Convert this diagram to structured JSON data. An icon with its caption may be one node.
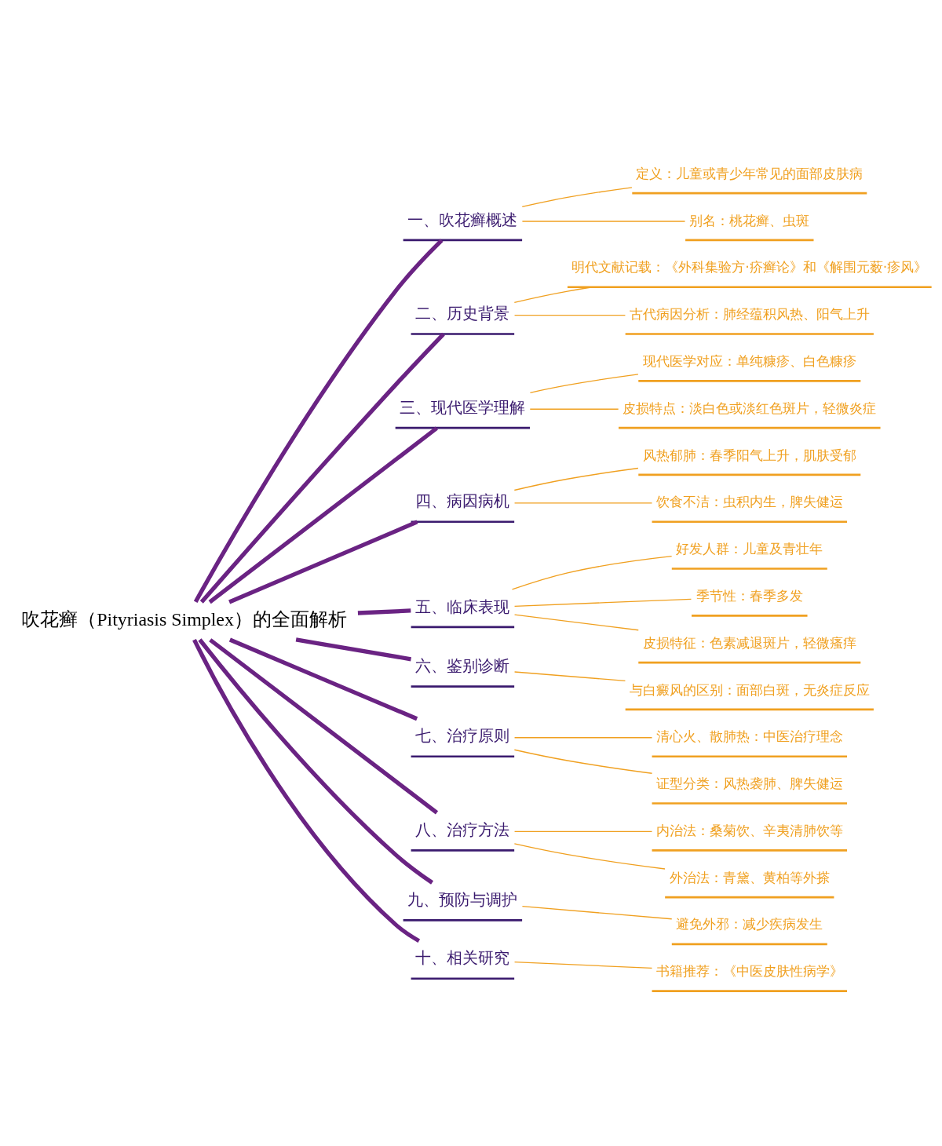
{
  "diagram": {
    "nodes": [
      {
        "text": [
          "吹花癣（Pityriasis Simplex）的全面解析"
        ]
      },
      {
        "text": [
          "一、吹花癣概述"
        ]
      },
      {
        "text": [
          "定义：儿童或青少年常见的面部皮肤病"
        ]
      },
      {
        "text": [
          "别名：桃花癣、虫斑"
        ]
      },
      {
        "text": [
          "二、历史背景"
        ]
      },
      {
        "text": [
          "明代文献记载：《外科集验方·疥癣论》和《解围元薮·疹风》"
        ]
      },
      {
        "text": [
          "古代病因分析：肺经蕴积风热、阳气上升"
        ]
      },
      {
        "text": [
          "三、现代医学理解"
        ]
      },
      {
        "text": [
          "现代医学对应：单纯糠疹、白色糠疹"
        ]
      },
      {
        "text": [
          "皮损特点：淡白色或淡红色斑片，轻微炎症"
        ]
      },
      {
        "text": [
          "四、病因病机"
        ]
      },
      {
        "text": [
          "风热郁肺：春季阳气上升，肌肤受郁"
        ]
      },
      {
        "text": [
          "饮食不洁：虫积内生，脾失健运"
        ]
      },
      {
        "text": [
          "五、临床表现"
        ]
      },
      {
        "text": [
          "好发人群：儿童及青壮年"
        ]
      },
      {
        "text": [
          "季节性：春季多发"
        ]
      },
      {
        "text": [
          "皮损特征：色素减退斑片，轻微瘙痒"
        ]
      },
      {
        "text": [
          "六、鉴别诊断"
        ]
      },
      {
        "text": [
          "与白癜风的区别：面部白斑，无炎症反应"
        ]
      },
      {
        "text": [
          "七、治疗原则"
        ]
      },
      {
        "text": [
          "清心火、散肺热：中医治疗理念"
        ]
      },
      {
        "text": [
          "证型分类：风热袭肺、脾失健运"
        ]
      },
      {
        "text": [
          "八、治疗方法"
        ]
      },
      {
        "text": [
          "内治法：桑菊饮、辛夷清肺饮等"
        ]
      },
      {
        "text": [
          "外治法：青黛、黄柏等外搽"
        ]
      },
      {
        "text": [
          "九、预防与调护"
        ]
      },
      {
        "text": [
          "避免外邪：减少疾病发生"
        ]
      },
      {
        "text": [
          "十、相关研究"
        ]
      },
      {
        "text": [
          "书籍推荐：《中医皮肤性病学》"
        ]
      }
    ],
    "edges": [
      {
        "from": 0,
        "to": 1,
        "arrow": "none",
        "style": "thick",
        "color": "#6a2383"
      },
      {
        "from": 1,
        "to": 2,
        "arrow": "none"
      },
      {
        "from": 1,
        "to": 3,
        "arrow": "none"
      },
      {
        "from": 0,
        "to": 4,
        "arrow": "none",
        "style": "thick",
        "color": "#6a2383"
      },
      {
        "from": 4,
        "to": 5,
        "arrow": "none"
      },
      {
        "from": 4,
        "to": 6,
        "arrow": "none"
      },
      {
        "from": 0,
        "to": 7,
        "arrow": "none",
        "style": "thick",
        "color": "#6a2383"
      },
      {
        "from": 7,
        "to": 8,
        "arrow": "none"
      },
      {
        "from": 7,
        "to": 9,
        "arrow": "none"
      },
      {
        "from": 0,
        "to": 10,
        "arrow": "none",
        "style": "thick",
        "color": "#6a2383"
      },
      {
        "from": 10,
        "to": 11,
        "arrow": "none"
      },
      {
        "from": 10,
        "to": 12,
        "arrow": "none"
      },
      {
        "from": 0,
        "to": 13,
        "arrow": "none",
        "style": "thick",
        "color": "#6a2383"
      },
      {
        "from": 13,
        "to": 14,
        "arrow": "none"
      },
      {
        "from": 13,
        "to": 15,
        "arrow": "none"
      },
      {
        "from": 13,
        "to": 16,
        "arrow": "none"
      },
      {
        "from": 0,
        "to": 17,
        "arrow": "none",
        "style": "thick",
        "color": "#6a2383"
      },
      {
        "from": 17,
        "to": 18,
        "arrow": "none"
      },
      {
        "from": 0,
        "to": 19,
        "arrow": "none",
        "style": "thick",
        "color": "#6a2383"
      },
      {
        "from": 19,
        "to": 20,
        "arrow": "none"
      },
      {
        "from": 19,
        "to": 21,
        "arrow": "none"
      },
      {
        "from": 0,
        "to": 22,
        "arrow": "none",
        "style": "thick",
        "color": "#6a2383"
      },
      {
        "from": 22,
        "to": 23,
        "arrow": "none"
      },
      {
        "from": 22,
        "to": 24,
        "arrow": "none"
      },
      {
        "from": 0,
        "to": 25,
        "arrow": "none",
        "style": "thick",
        "color": "#6a2383"
      },
      {
        "from": 25,
        "to": 26,
        "arrow": "none"
      },
      {
        "from": 0,
        "to": 27,
        "arrow": "none",
        "style": "thick",
        "color": "#6a2383"
      },
      {
        "from": 27,
        "to": 28,
        "arrow": "none"
      }
    ]
  }
}
